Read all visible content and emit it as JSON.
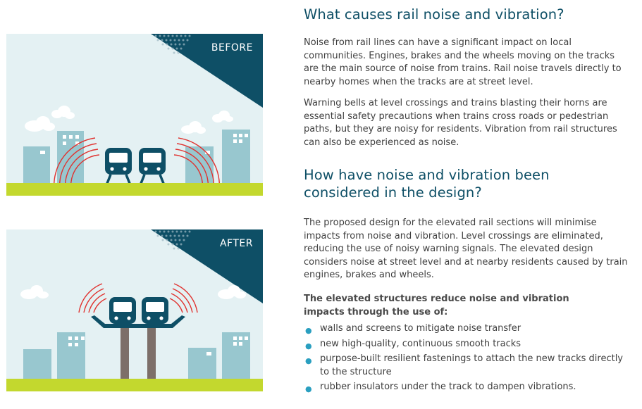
{
  "illustrations": {
    "before": {
      "label": "BEFORE"
    },
    "after": {
      "label": "AFTER"
    }
  },
  "colors": {
    "heading": "#0e4f66",
    "corner": "#0e4f66",
    "sky": "#e4f1f3",
    "ground": "#c3d82e",
    "building": "#98c7cf",
    "train": "#0e4f66",
    "noise_waves": "#e0322f",
    "pillar": "#7d6f69",
    "bullet": "#2a9fc0"
  },
  "section1": {
    "heading": "What causes rail noise and vibration?",
    "p1": "Noise from rail lines can have a significant impact on local communities. Engines, brakes and the wheels moving on the tracks are the main source of noise from trains. Rail noise travels directly to nearby homes when the tracks are at street level.",
    "p2": "Warning bells at level crossings and trains blasting their horns are essential safety precautions when trains cross roads or pedestrian paths, but they are noisy for residents. Vibration from rail structures can also be experienced as noise."
  },
  "section2": {
    "heading": "How have noise and vibration been considered in the design?",
    "p1": "The proposed design for the elevated rail sections will minimise impacts from noise and vibration. Level crossings are eliminated, reducing the use of noisy warning signals. The elevated design considers noise at street level and at nearby residents caused by train engines, brakes and wheels.",
    "lead": "The elevated structures reduce noise and vibration impacts through the use of:",
    "bullets": [
      "walls and screens to mitigate noise transfer",
      "new high-quality, continuous smooth tracks",
      "purpose-built resilient fastenings to attach the new tracks directly to the structure",
      "rubber insulators under the track to dampen vibrations."
    ]
  }
}
